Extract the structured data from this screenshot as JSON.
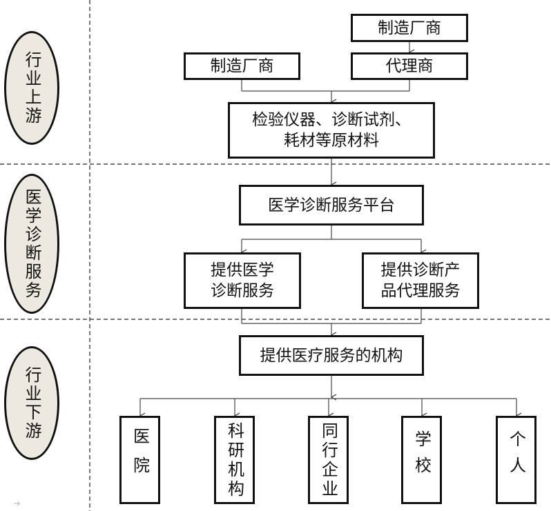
{
  "stages": {
    "upstream": "行业上游",
    "midstream": "医学诊断服务",
    "downstream": "行业下游"
  },
  "upstream": {
    "manufacturer_top": "制造厂商",
    "manufacturer": "制造厂商",
    "agent": "代理商",
    "materials": "检验仪器、诊断试剂、\n耗材等原材料"
  },
  "midstream": {
    "platform": "医学诊断服务平台",
    "service_diagnosis": "提供医学\n诊断服务",
    "service_agency": "提供诊断产\n品代理服务"
  },
  "downstream": {
    "institutions": "提供医疗服务的机构",
    "customers": [
      "医院",
      "科研机构",
      "同行企业",
      "学校",
      "个人"
    ]
  }
}
